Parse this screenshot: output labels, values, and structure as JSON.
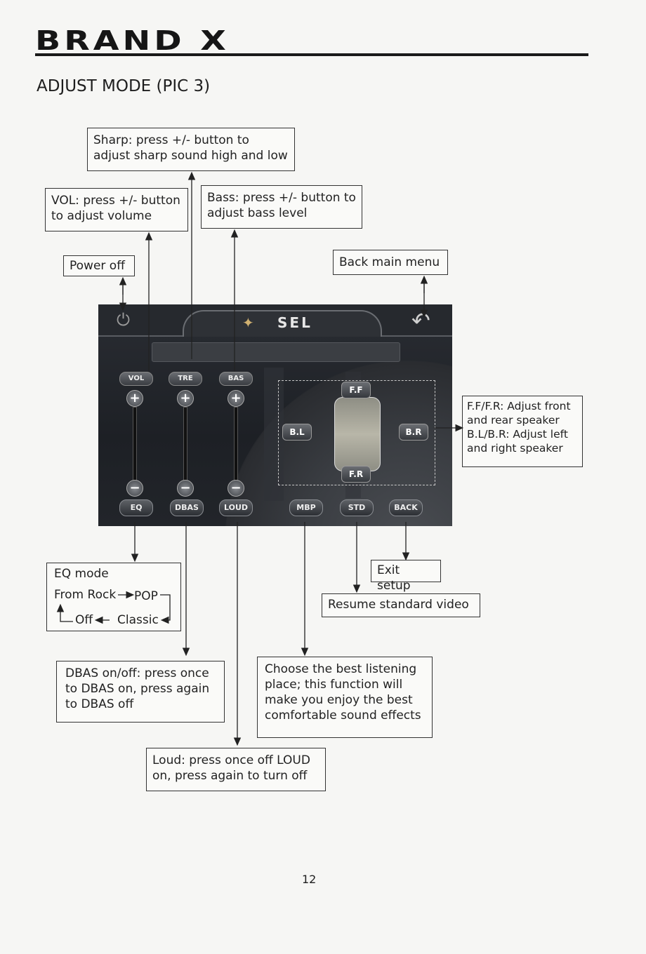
{
  "brand": "BRAND X",
  "section_title": "ADJUST MODE (PIC 3)",
  "callouts": {
    "sharp": "Sharp: press +/- button to adjust sharp sound high and low",
    "vol": "VOL: press +/- button to adjust volume",
    "bass": "Bass: press +/- button to adjust bass level",
    "power": "Power off",
    "back_main": "Back main menu",
    "speaker_1": "F.F/F.R: Adjust front and rear speaker",
    "speaker_2": "B.L/B.R: Adjust left and right speaker",
    "eq_title": "EQ mode",
    "eq_rock": "From Rock",
    "eq_pop": "POP",
    "eq_off": "Off",
    "eq_classic": "Classic",
    "exit": "Exit setup",
    "resume": "Resume standard video",
    "dbas": "DBAS on/off: press once to DBAS on, press again to DBAS off",
    "best": "Choose the best listening place; this function will make you enjoy the best comfortable sound effects",
    "loud": "Loud: press once off LOUD on, press again to turn off"
  },
  "screen": {
    "header": "SEL",
    "sliders": [
      {
        "label": "VOL",
        "plus": "+",
        "minus": "−"
      },
      {
        "label": "TRE",
        "plus": "+",
        "minus": "−"
      },
      {
        "label": "BAS",
        "plus": "+",
        "minus": "−"
      }
    ],
    "speakers": {
      "ff": "F.F",
      "fr": "F.R",
      "bl": "B.L",
      "br": "B.R"
    },
    "bottom_buttons": [
      "EQ",
      "DBAS",
      "LOUD",
      "MBP",
      "STD",
      "BACK"
    ]
  },
  "page_number": "12"
}
